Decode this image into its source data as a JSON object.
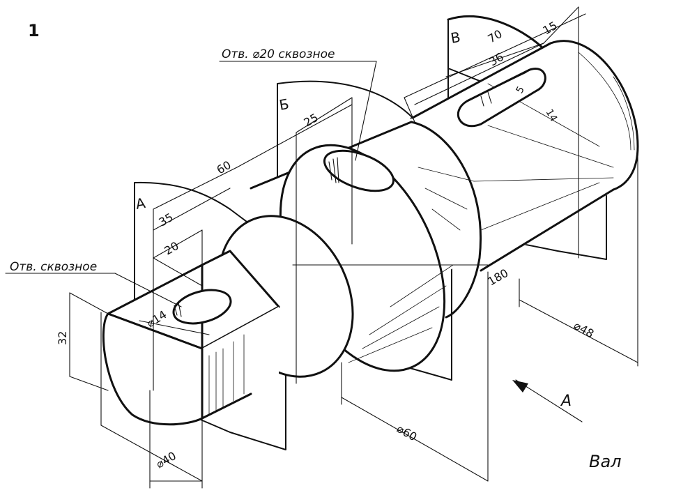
{
  "figure_number": "1",
  "caption": "Вал",
  "notes": {
    "through_hole": "Отв. сквозное",
    "through_hole_d20": "Отв. ⌀20 сквозное"
  },
  "section_planes": {
    "a": "А",
    "b": "Б",
    "v": "В"
  },
  "view_arrow": "А",
  "dimensions": {
    "d14_left": "⌀14",
    "h32": "32",
    "d40": "⌀40",
    "d60": "⌀60",
    "d48": "⌀48",
    "l20": "20",
    "l35": "35",
    "l60": "60",
    "l25": "25",
    "l180": "180",
    "l70": "70",
    "l36": "36",
    "l15": "15",
    "s5": "5",
    "s14": "14"
  }
}
